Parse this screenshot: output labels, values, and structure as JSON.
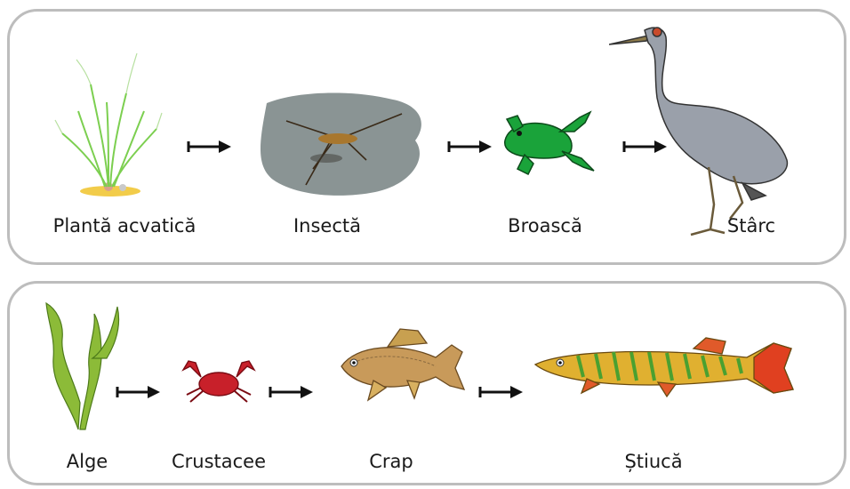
{
  "chain1": {
    "items": [
      {
        "label": "Plantă acvatică",
        "icon": "aquatic-plant-icon"
      },
      {
        "label": "Insectă",
        "icon": "water-strider-icon"
      },
      {
        "label": "Broască",
        "icon": "frog-icon"
      },
      {
        "label": "Stârc",
        "icon": "heron-icon"
      }
    ]
  },
  "chain2": {
    "items": [
      {
        "label": "Alge",
        "icon": "algae-icon"
      },
      {
        "label": "Crustacee",
        "icon": "crab-icon"
      },
      {
        "label": "Crap",
        "icon": "carp-icon"
      },
      {
        "label": "Știucă",
        "icon": "pike-icon"
      }
    ]
  },
  "colors": {
    "border": "#bdbdbd",
    "arrow": "#111111",
    "frog": "#1aa33a",
    "crab": "#c8202a",
    "pike": "#e0b030"
  }
}
